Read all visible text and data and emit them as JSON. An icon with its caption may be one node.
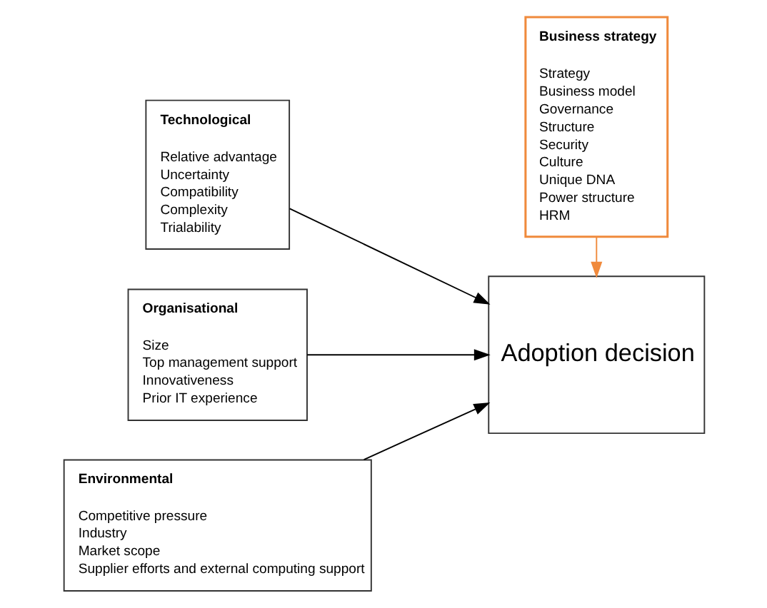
{
  "diagram": {
    "nodes": [
      {
        "text": [
          "Technological",
          "Relative advantage",
          "Uncertainty",
          "Compatibility",
          "Complexity",
          "Trialability"
        ]
      },
      {
        "text": [
          "Organisational",
          "Size",
          "Top management support",
          "Innovativeness",
          "Prior IT experience"
        ]
      },
      {
        "text": [
          "Environmental",
          "Competitive pressure",
          "Industry",
          "Market scope",
          "Supplier efforts and external computing support"
        ]
      },
      {
        "text": [
          "Adoption decision"
        ]
      },
      {
        "text": [
          "Business strategy",
          "Strategy",
          "Business model",
          "Governance",
          "Structure",
          "Security",
          "Culture",
          "Unique DNA",
          "Power structure",
          "HRM"
        ]
      }
    ],
    "edges": [
      {
        "from": 0,
        "to": 3,
        "arrow": "to"
      },
      {
        "from": 1,
        "to": 3,
        "arrow": "to"
      },
      {
        "from": 2,
        "to": 3,
        "arrow": "to"
      },
      {
        "from": 4,
        "to": 3,
        "arrow": "to",
        "color": "#f08a3c"
      }
    ]
  }
}
